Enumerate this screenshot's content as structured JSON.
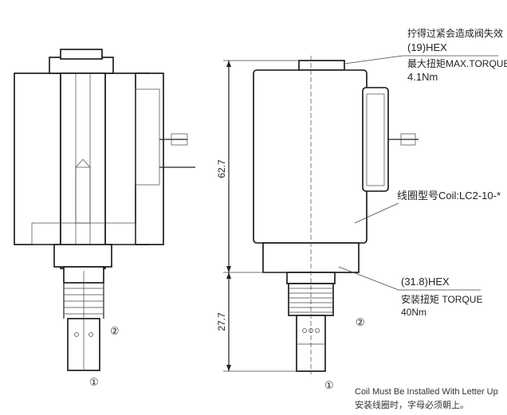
{
  "callouts": {
    "hex_top_warning": "拧得过紧会造成阀失效",
    "hex_top_size": "(19)HEX",
    "hex_top_torque_label": "最大扭矩MAX.TORQUE",
    "hex_top_torque_value": "4.1Nm",
    "coil_model": "线圈型号Coil:LC2-10-*",
    "hex_bottom_size": "(31.8)HEX",
    "hex_bottom_torque_label": "安装扭矩 TORQUE",
    "hex_bottom_torque_value": "40Nm"
  },
  "dimensions": {
    "upper_height": "62.7",
    "lower_height": "27.7"
  },
  "port_labels": {
    "port1": "①",
    "port2": "②"
  },
  "note": {
    "english": "Coil Must Be Installed With Letter Up",
    "chinese": "安装线圈时，字母必须朝上。"
  }
}
